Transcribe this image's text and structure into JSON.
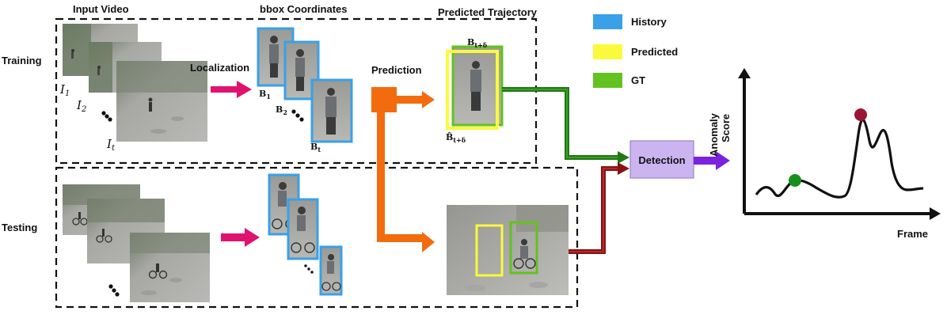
{
  "labels": {
    "input_video": "Input Video",
    "bbox_coordinates": "bbox Coordinates",
    "predicted_trajectory": "Predicted Trajectory",
    "training": "Training",
    "testing": "Testing",
    "localization": "Localization",
    "prediction": "Prediction",
    "detection": "Detection",
    "anomaly": "Anomaly",
    "score": "Score",
    "frame": "Frame"
  },
  "frames": {
    "i1": "I",
    "i1_sub": "1",
    "i2": "I",
    "i2_sub": "2",
    "it": "I",
    "it_sub": "t"
  },
  "boxes": {
    "b1": "B",
    "b1_sub": "1",
    "b2": "B",
    "b2_sub": "2",
    "bt": "B",
    "bt_sub": "t",
    "b_future": "B",
    "b_future_sub": "t+δ",
    "b_hat": "B̂",
    "b_hat_sub": "t+δ"
  },
  "legend": [
    {
      "label": "History",
      "color": "#3aa0e8"
    },
    {
      "label": "Predicted",
      "color": "#fafa3c"
    },
    {
      "label": "GT",
      "color": "#62c21f"
    }
  ],
  "colors": {
    "magenta_arrow": "#e0126f",
    "orange": "#f26c0f",
    "dark_green": "#1f7a12",
    "dark_red": "#8a1212",
    "purple_arrow": "#7a22e0",
    "detection_box": "#cbb4f0",
    "history": "#3aa0e8",
    "predicted": "#fafa3c",
    "gt": "#62c21f"
  }
}
